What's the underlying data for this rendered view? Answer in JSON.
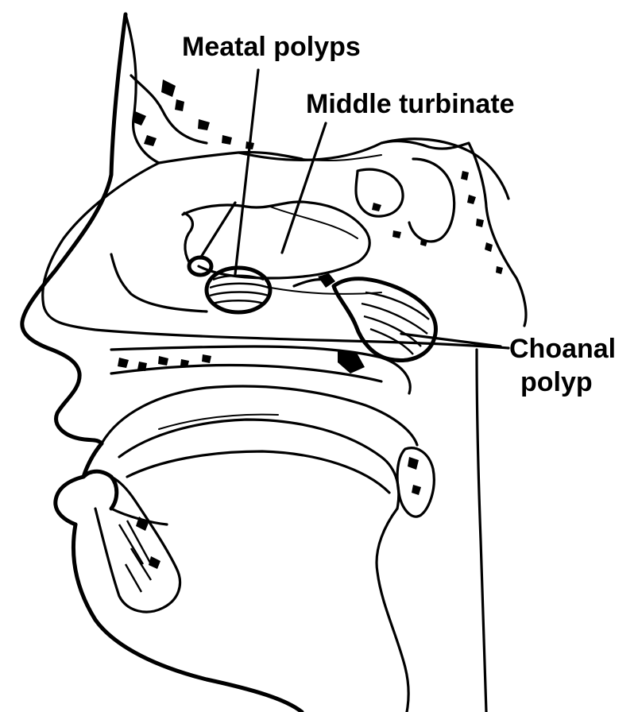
{
  "labels": {
    "meatal_polyps": "Meatal polyps",
    "middle_turbinate": "Middle turbinate",
    "choanal_line1": "Choanal",
    "choanal_line2": "polyp"
  },
  "colors": {
    "ink": "#000000",
    "paper": "#ffffff"
  }
}
